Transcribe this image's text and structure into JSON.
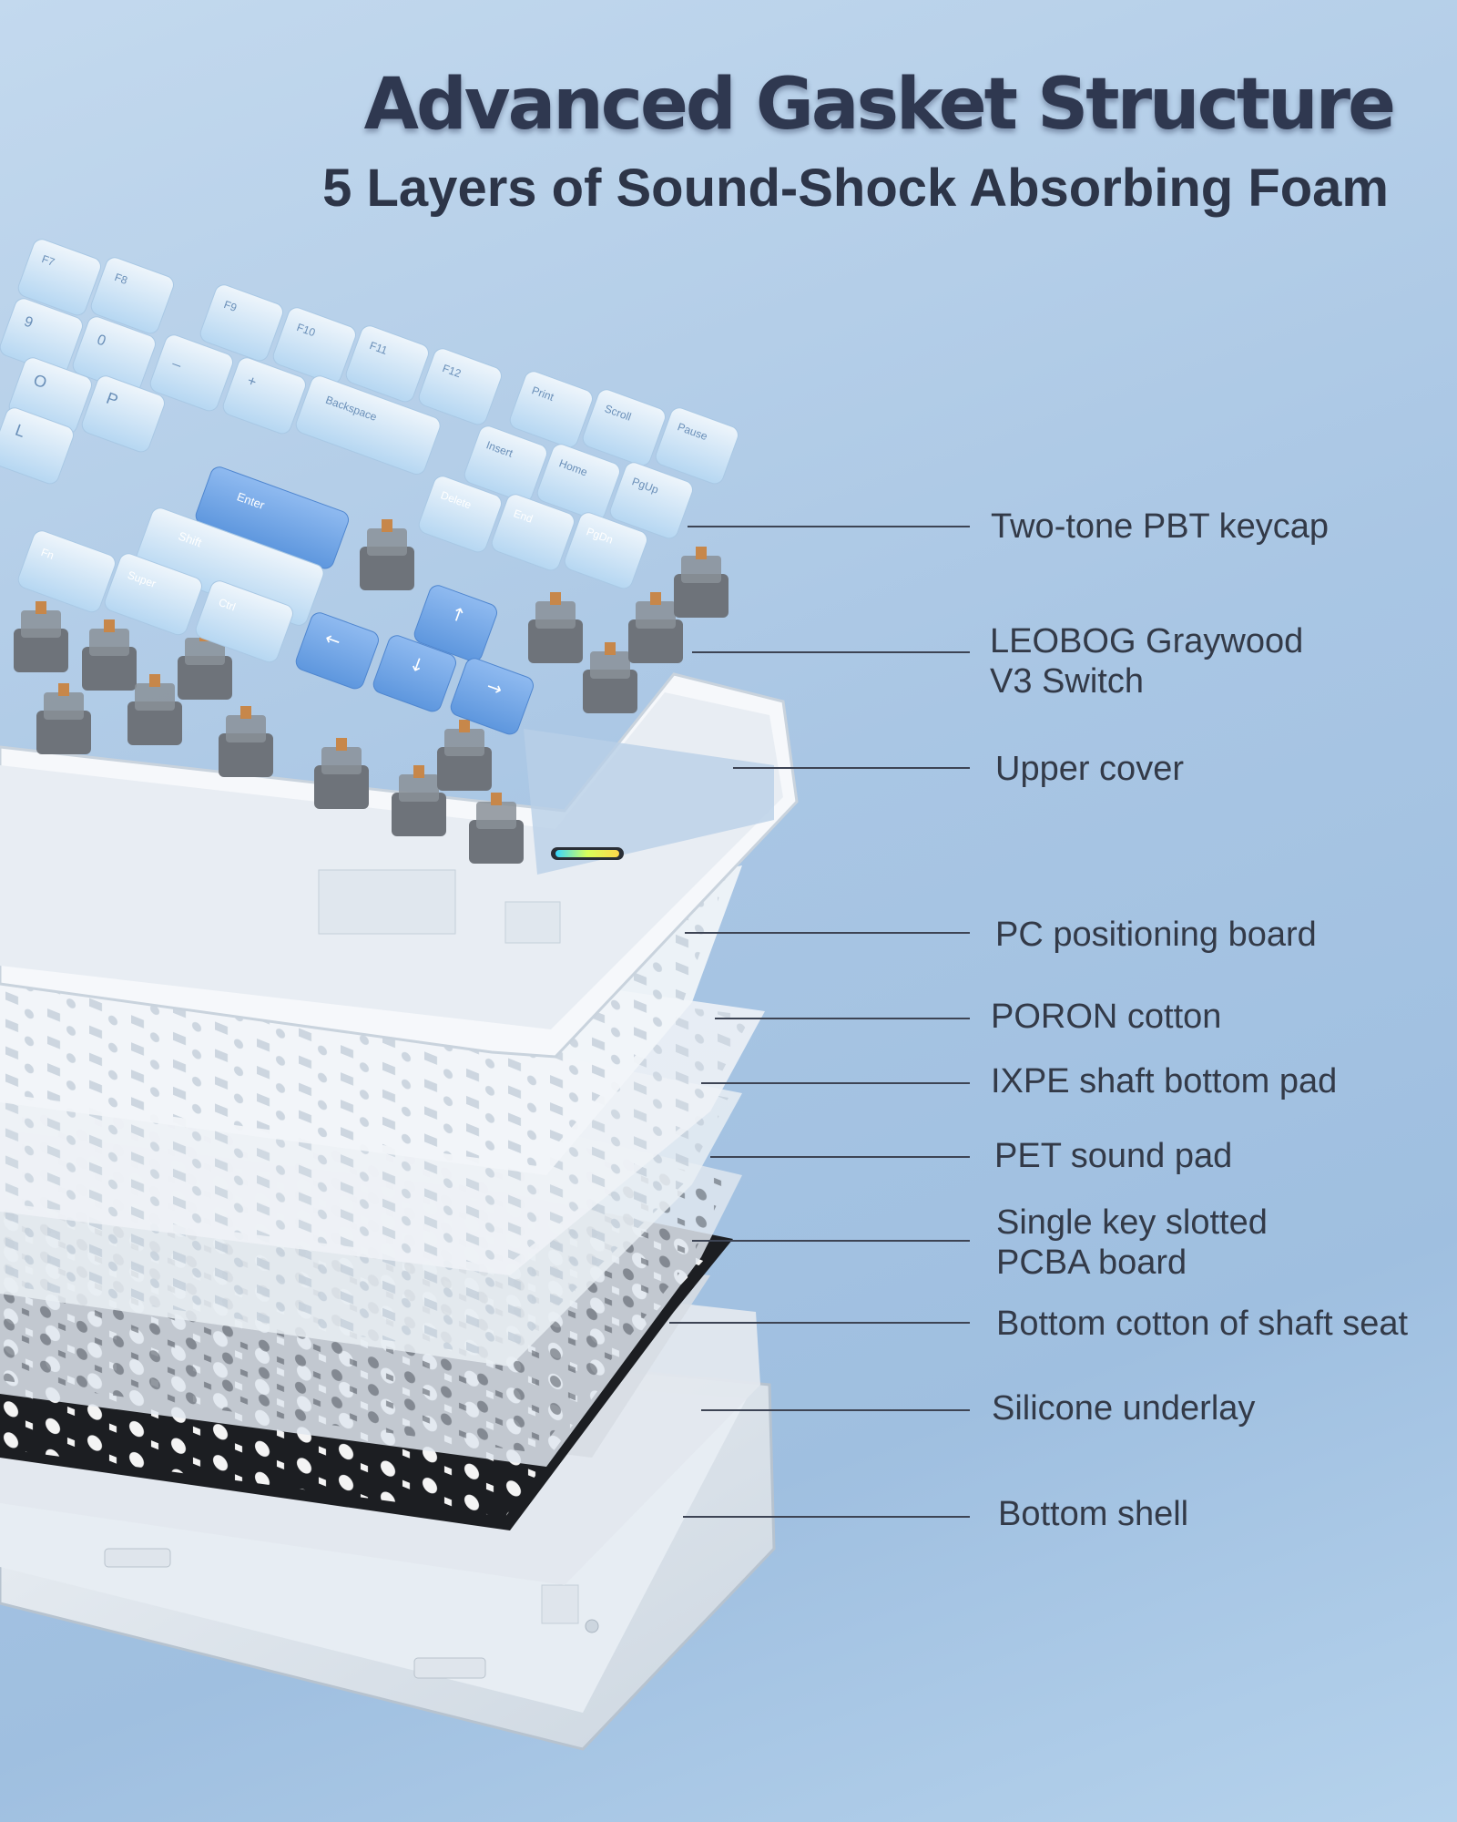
{
  "header": {
    "title": "Advanced Gasket Structure",
    "subtitle": "5 Layers of Sound-Shock Absorbing Foam"
  },
  "keycaps": {
    "f7": "F7",
    "f8": "F8",
    "f9": "F9",
    "f10": "F10",
    "f11": "F11",
    "f12": "F12",
    "backspace": "Backspace",
    "enter": "Enter",
    "shift": "Shift",
    "fn": "Fn",
    "super": "Super",
    "ctrl": "Ctrl",
    "print": "Print",
    "scroll": "Scroll",
    "pause": "Pause",
    "insert": "Insert",
    "home": "Home",
    "pgup": "PgUp",
    "delete": "Delete",
    "end": "End",
    "pgdn": "PgDn",
    "k_o": "O",
    "k_p": "P",
    "k_l": "L",
    "k_9": "9",
    "k_0": "0",
    "k_minus": "_",
    "k_plus": "+"
  },
  "labels": [
    {
      "lines": [
        "Two-tone PBT keycap"
      ]
    },
    {
      "lines": [
        "LEOBOG Graywood",
        "V3 Switch"
      ]
    },
    {
      "lines": [
        "Upper cover"
      ]
    },
    {
      "lines": [
        "PC positioning board"
      ]
    },
    {
      "lines": [
        "PORON cotton"
      ]
    },
    {
      "lines": [
        "IXPE shaft bottom pad"
      ]
    },
    {
      "lines": [
        "PET sound pad"
      ]
    },
    {
      "lines": [
        "Single key slotted",
        "PCBA board"
      ]
    },
    {
      "lines": [
        "Bottom cotton of shaft seat"
      ]
    },
    {
      "lines": [
        "Silicone underlay"
      ]
    },
    {
      "lines": [
        "Bottom shell"
      ]
    }
  ],
  "colors": {
    "background": "#a9c6e4",
    "text": "#333a48",
    "keycap_light": "#d6e9f8",
    "keycap_blue": "#6fa6e6",
    "cover_white": "#f3f6fa",
    "pcba_black": "#1c1e22"
  }
}
